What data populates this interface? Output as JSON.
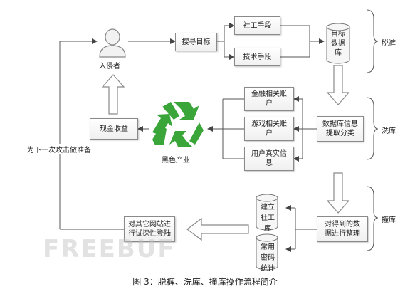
{
  "nodes": {
    "intruder": "入侵者",
    "search_target": "搜寻目标",
    "social_eng": "社工手段",
    "tech_means": "技术手段",
    "target_db": "目标\n数据\n库",
    "financial_acct": "金融相关账\n户",
    "game_acct": "游戏相关账\n户",
    "real_identity": "用户真实信\n息",
    "db_classify": "数据库信息\n提取分类",
    "cash_income": "现金收益",
    "black_industry": "黑色产业",
    "prepare_next": "为下一次攻击做准备",
    "build_social_db": "建立\n社工\n库",
    "common_pwd_stats": "常用\n密码\n统计",
    "organize_data": "对得到的数\n据进行整理",
    "try_login_other": "对其它网站进\n行试探性登陆"
  },
  "sections": {
    "dump": "脱裤",
    "wash": "洗库",
    "stuff": "撞库"
  },
  "watermark": "FREEBUF",
  "caption": "图 3：脱裤、洗库、撞库操作流程简介",
  "colors": {
    "recycle_green": "#3aa63a",
    "hollow_arrow": "#8a8a8a",
    "line": "#555555"
  }
}
